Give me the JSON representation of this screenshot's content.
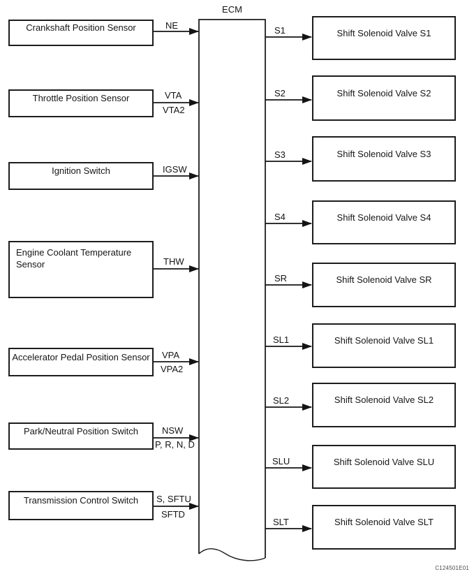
{
  "diagram": {
    "title": "ECM",
    "figure_code": "C124501E01",
    "inputs": [
      {
        "label": "Crankshaft Position Sensor",
        "pins": {
          "top": "NE"
        }
      },
      {
        "label": "Throttle Position Sensor",
        "pins": {
          "top": "VTA",
          "bottom": "VTA2"
        }
      },
      {
        "label": "Ignition Switch",
        "pins": {
          "top": "IGSW"
        }
      },
      {
        "label": "Engine Coolant Temperature Sensor",
        "pins": {
          "top": "THW"
        }
      },
      {
        "label": "Accelerator Pedal Position Sensor",
        "pins": {
          "top": "VPA",
          "bottom": "VPA2"
        }
      },
      {
        "label": "Park/Neutral Position Switch",
        "pins": {
          "top": "NSW",
          "bottom": "P, R, N, D"
        }
      },
      {
        "label": "Transmission Control Switch",
        "pins": {
          "top": "S, SFTU",
          "bottom": "SFTD"
        }
      }
    ],
    "outputs": [
      {
        "pin": "S1",
        "label": "Shift Solenoid Valve S1"
      },
      {
        "pin": "S2",
        "label": "Shift Solenoid Valve S2"
      },
      {
        "pin": "S3",
        "label": "Shift Solenoid Valve S3"
      },
      {
        "pin": "S4",
        "label": "Shift Solenoid Valve S4"
      },
      {
        "pin": "SR",
        "label": "Shift Solenoid Valve SR"
      },
      {
        "pin": "SL1",
        "label": "Shift Solenoid Valve SL1"
      },
      {
        "pin": "SL2",
        "label": "Shift Solenoid Valve SL2"
      },
      {
        "pin": "SLU",
        "label": "Shift Solenoid Valve SLU"
      },
      {
        "pin": "SLT",
        "label": "Shift Solenoid Valve SLT"
      }
    ]
  }
}
